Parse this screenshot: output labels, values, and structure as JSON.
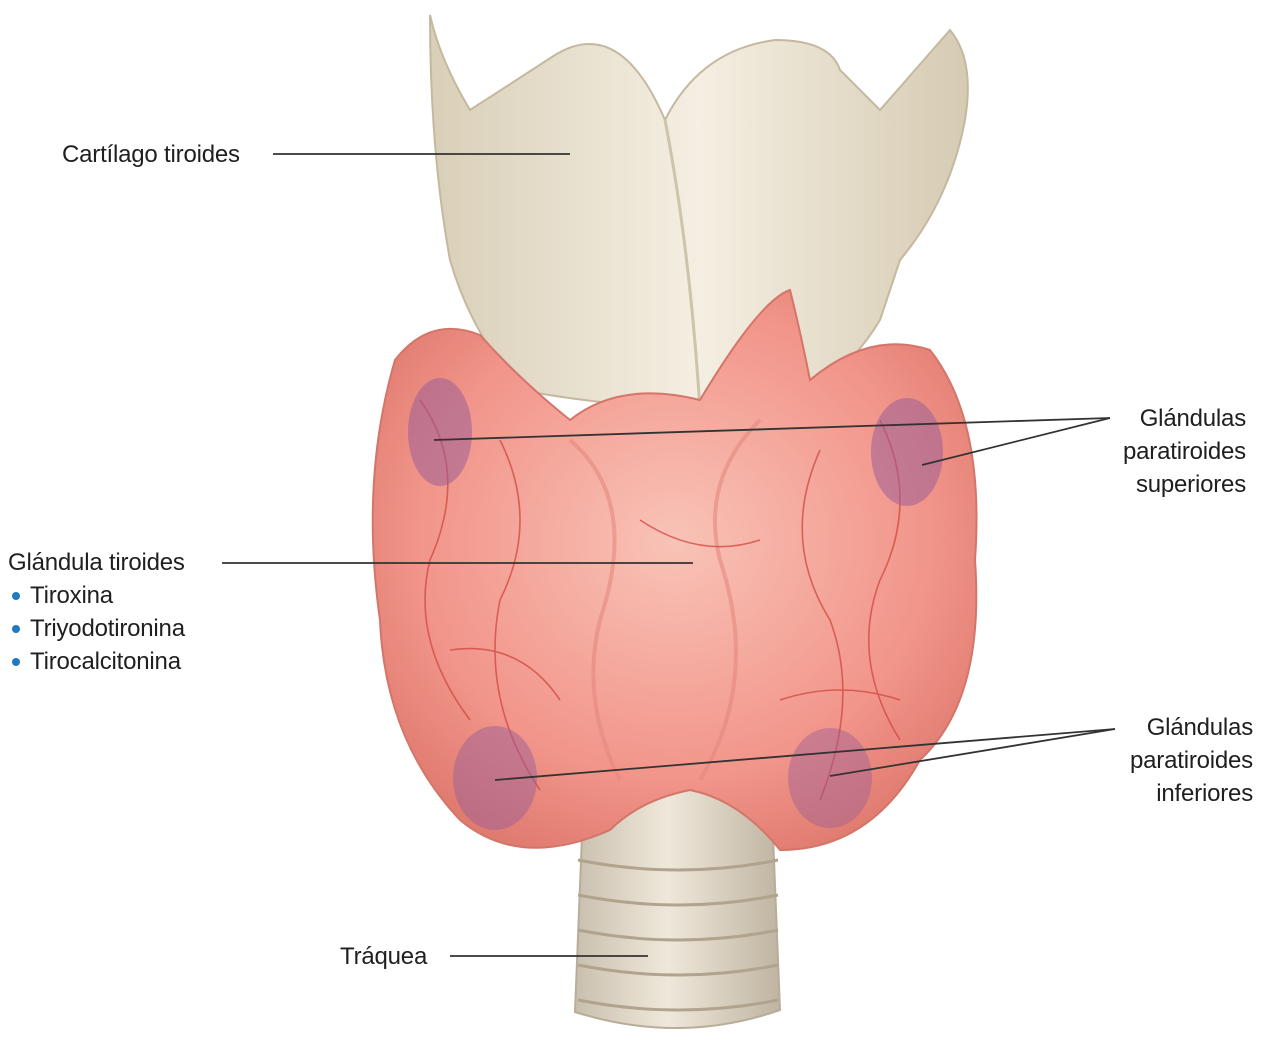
{
  "colors": {
    "bullet": "#1f7ac2",
    "thyroid": "#f2958a",
    "thyroid_light": "#f9c3b7",
    "cartilage": "#ebe3d1",
    "trachea": "#ddd5c4",
    "parathyroid": "#a06a9a",
    "leader_line": "#333333"
  },
  "labels": {
    "cartilage": "Cartílago tiroides",
    "thyroid_title": "Glándula tiroides",
    "thyroid_hormones": [
      "Tiroxina",
      "Triyodotironina",
      "Tirocalcitonina"
    ],
    "sup_line1": "Glándulas",
    "sup_line2": "paratiroides",
    "sup_line3": "superiores",
    "inf_line1": "Glándulas",
    "inf_line2": "paratiroides",
    "inf_line3": "inferiores",
    "trachea": "Tráquea"
  }
}
